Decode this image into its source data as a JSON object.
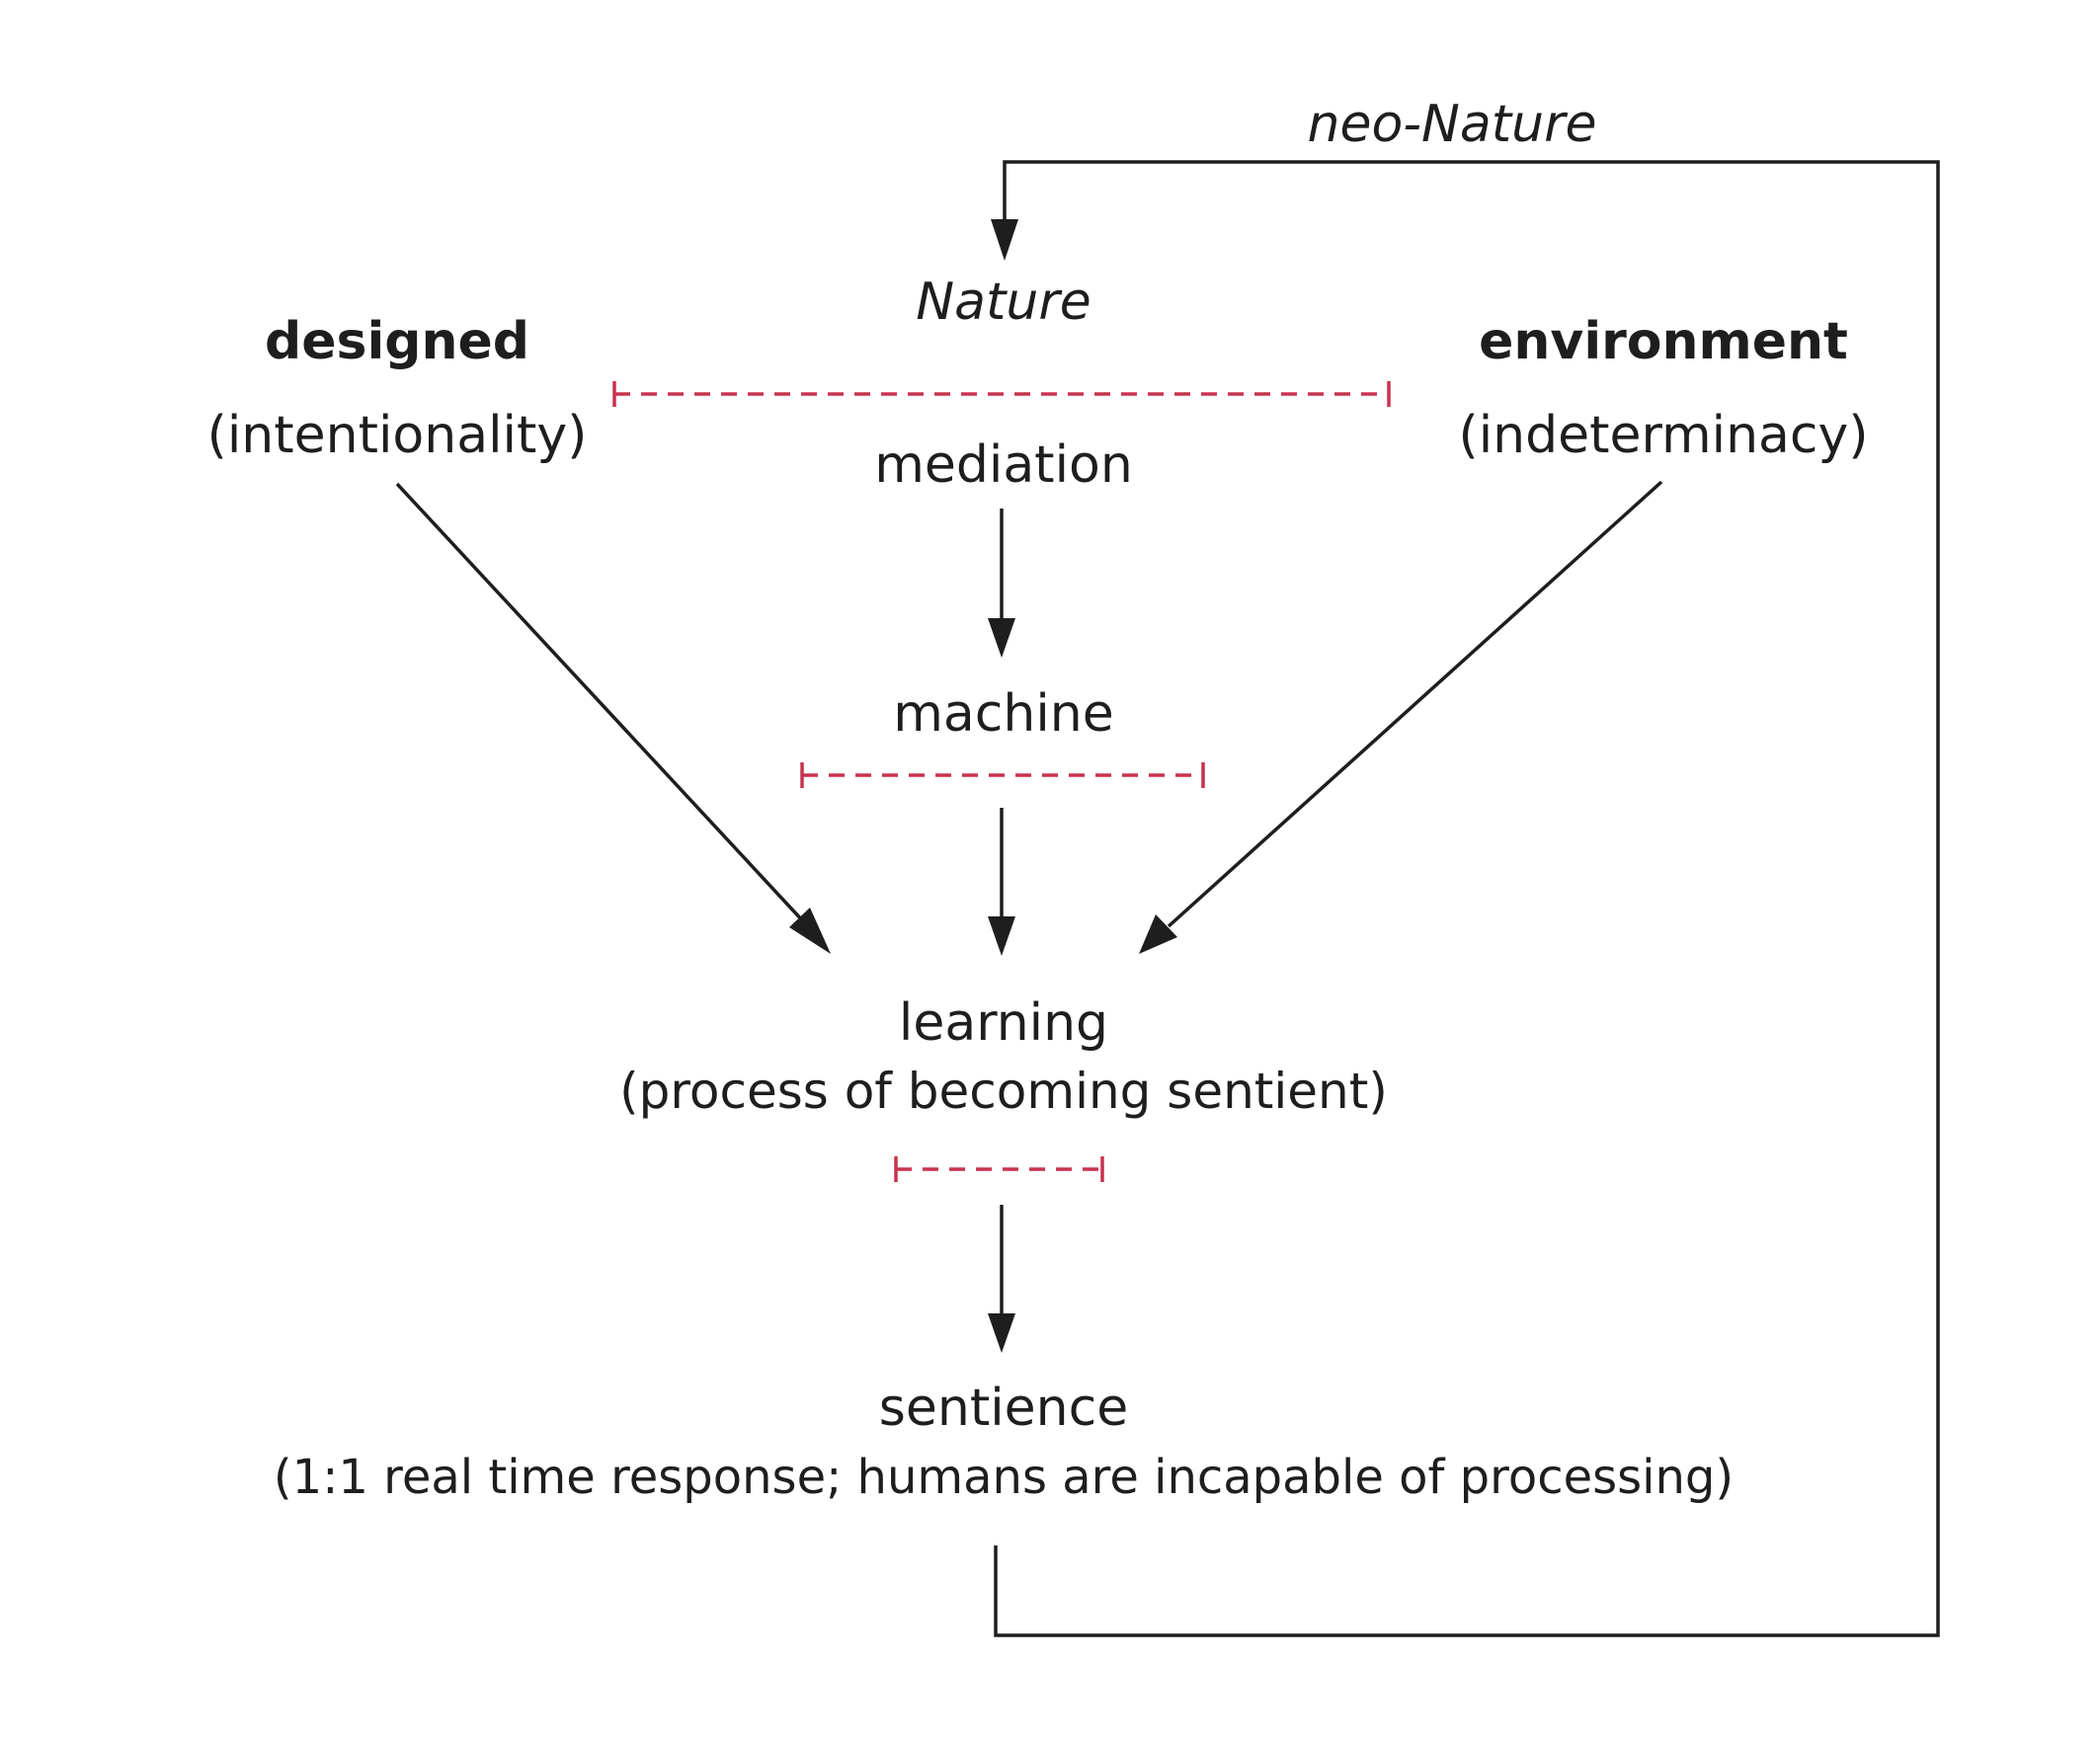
{
  "labels": {
    "neo_nature": "neo-Nature",
    "nature": "Nature",
    "designed": "designed",
    "intentionality": "(intentionality)",
    "environment": "environment",
    "indeterminacy": "(indeterminacy)",
    "mediation": "mediation",
    "machine": "machine",
    "learning": "learning",
    "learning_sub": "(process of becoming sentient)",
    "sentience": "sentience",
    "sentience_sub": "(1:1 real time response; humans are incapable of processing)"
  },
  "colors": {
    "line": "#1e1e1e",
    "dashed_bar": "#c8324f",
    "text": "#1e1e1e",
    "background": "#ffffff"
  }
}
